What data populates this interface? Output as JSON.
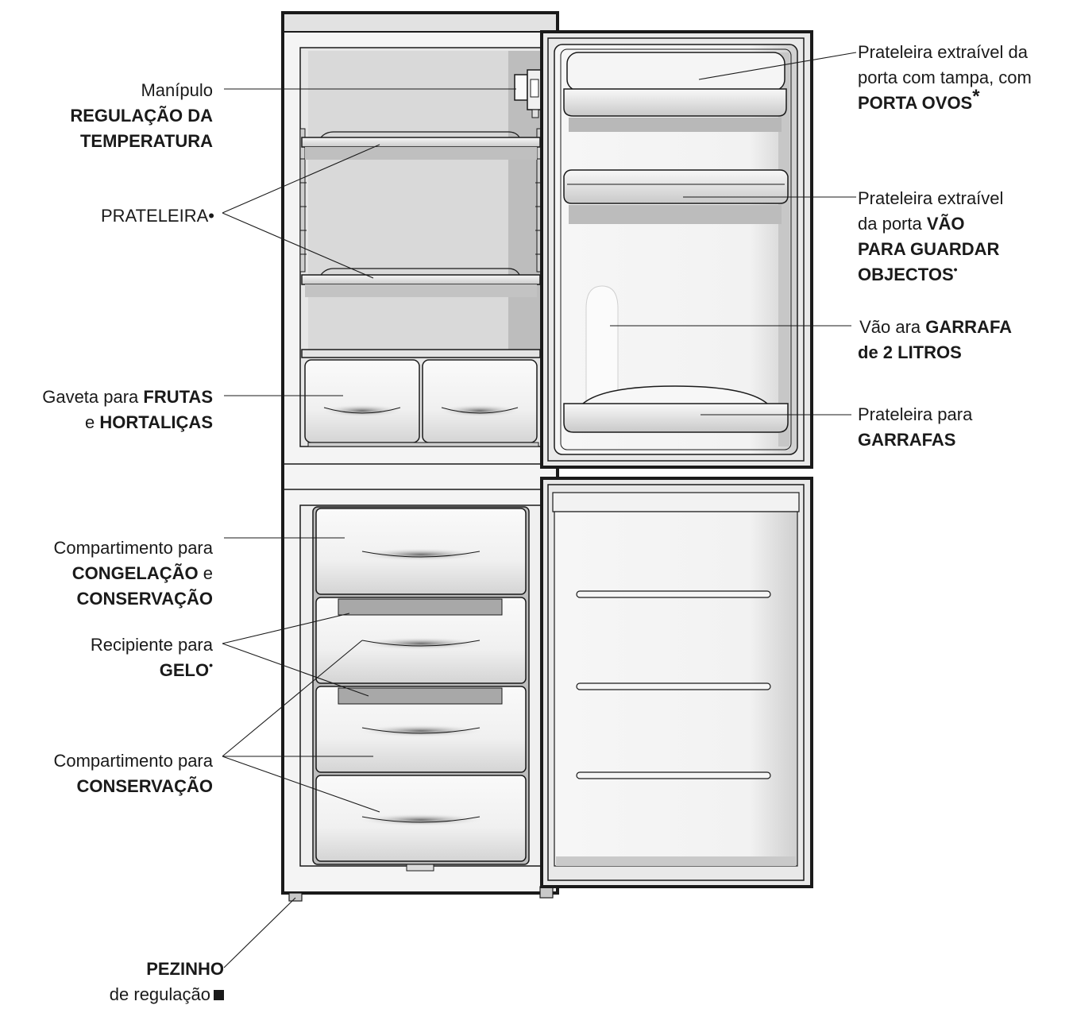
{
  "labels": {
    "thermostat": {
      "line1": "Manípulo",
      "line2": "REGULAÇÃO DA",
      "line3": "TEMPERATURA"
    },
    "shelf": {
      "text": "PRATELEIRA",
      "mark": "•"
    },
    "crisper": {
      "pre": "Gaveta para ",
      "b1": "FRUTAS",
      "mid": "e ",
      "b2": "HORTALIÇAS"
    },
    "freeze_comp": {
      "line1": "Compartimento para",
      "b1": "CONGELAÇÃO",
      "mid": " e",
      "b2": "CONSERVAÇÃO"
    },
    "ice": {
      "line1": "Recipiente para",
      "b1": "GELO",
      "mark": "•"
    },
    "store_comp": {
      "line1": "Compartimento para",
      "b1": "CONSERVAÇÃO"
    },
    "foot": {
      "b1": "PEZINHO",
      "line2": "de regulação"
    },
    "egg_shelf": {
      "line1": "Prateleira extraível da",
      "line2": "porta com tampa, com",
      "b1": "PORTA OVOS",
      "mark": "*"
    },
    "storage_shelf": {
      "line1": "Prateleira extraível",
      "pre": "da porta ",
      "b1": "VÃO",
      "b2": "PARA GUARDAR",
      "b3": "OBJECTOS",
      "mark": "•"
    },
    "bottle2l": {
      "pre": " Vão ara ",
      "b1": "GARRAFA",
      "b2": "de 2 LITROS"
    },
    "bottle_shelf": {
      "line1": "Prateleira para",
      "b1": "GARRAFAS"
    }
  },
  "colors": {
    "line": "#1a1a1a",
    "fill": "#efefef",
    "shade": "#cfcfcf",
    "dark": "#a8a8a8"
  }
}
